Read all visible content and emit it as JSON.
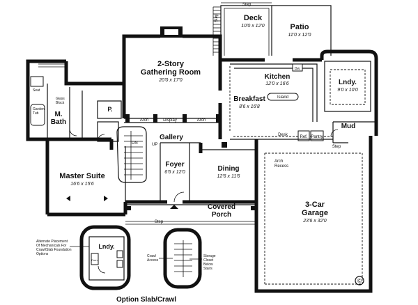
{
  "rooms": {
    "deck": {
      "name": "Deck",
      "dim": "10'0 x 12'0"
    },
    "patio": {
      "name": "Patio",
      "dim": "11'0 x 12'0"
    },
    "gathering": {
      "name_line1": "2-Story",
      "name_line2": "Gathering Room",
      "dim": "20'0 x 17'0"
    },
    "kitchen": {
      "name": "Kitchen",
      "dim": "12'0 x 16'6"
    },
    "breakfast": {
      "name": "Breakfast",
      "dim": "8'6 x 16'8"
    },
    "laundry": {
      "name": "Lndy.",
      "dim": "9'0 x 10'0"
    },
    "mud": {
      "name": "Mud"
    },
    "gallery": {
      "name": "Gallery"
    },
    "foyer": {
      "name": "Foyer",
      "dim": "6'6 x 12'0"
    },
    "dining": {
      "name": "Dining",
      "dim": "12'6 x 11'6"
    },
    "master_suite": {
      "name": "Master Suite",
      "dim": "16'6 x 15'6"
    },
    "master_bath": {
      "name_line1": "M.",
      "name_line2": "Bath"
    },
    "garage": {
      "name_line1": "3-Car",
      "name_line2": "Garage",
      "dim": "23'6 x 32'0"
    },
    "porch": {
      "name_line1": "Covered",
      "name_line2": "Porch"
    }
  },
  "labels": {
    "step_top": "Step",
    "step_top_side": "Step",
    "step_porch": "Step",
    "step_mud": "Step",
    "glass_block_top": "Glass Block",
    "glass_block_side_line1": "Glass",
    "glass_block_side_line2": "Block",
    "seat": "Seat",
    "garden_tub_line1": "Garden",
    "garden_tub_line2": "Tub",
    "pantry_p": "P.",
    "dw": "Dw.",
    "island": "Island",
    "desk": "Desk",
    "ref": "Ref.",
    "pantry": "Pantry",
    "arch_left": "Arch",
    "display": "Display",
    "arch_right": "Arch",
    "arch_recess_line1": "Arch",
    "arch_recess_line2": "Recess",
    "dn": "DN",
    "up": "UP",
    "copyright": "©"
  },
  "option": {
    "title": "Option Slab/Crawl",
    "note_lines": [
      "Alternate Placement",
      "Of Mechanicals For",
      "Crawl/Slab Foundation",
      "Options"
    ],
    "laundry": "Lndy.",
    "furn": "Furn.",
    "crawl_access_line1": "Crawl",
    "crawl_access_line2": "Access",
    "storage_lines": [
      "Storage",
      "Closet",
      "Below",
      "Stairs"
    ]
  }
}
